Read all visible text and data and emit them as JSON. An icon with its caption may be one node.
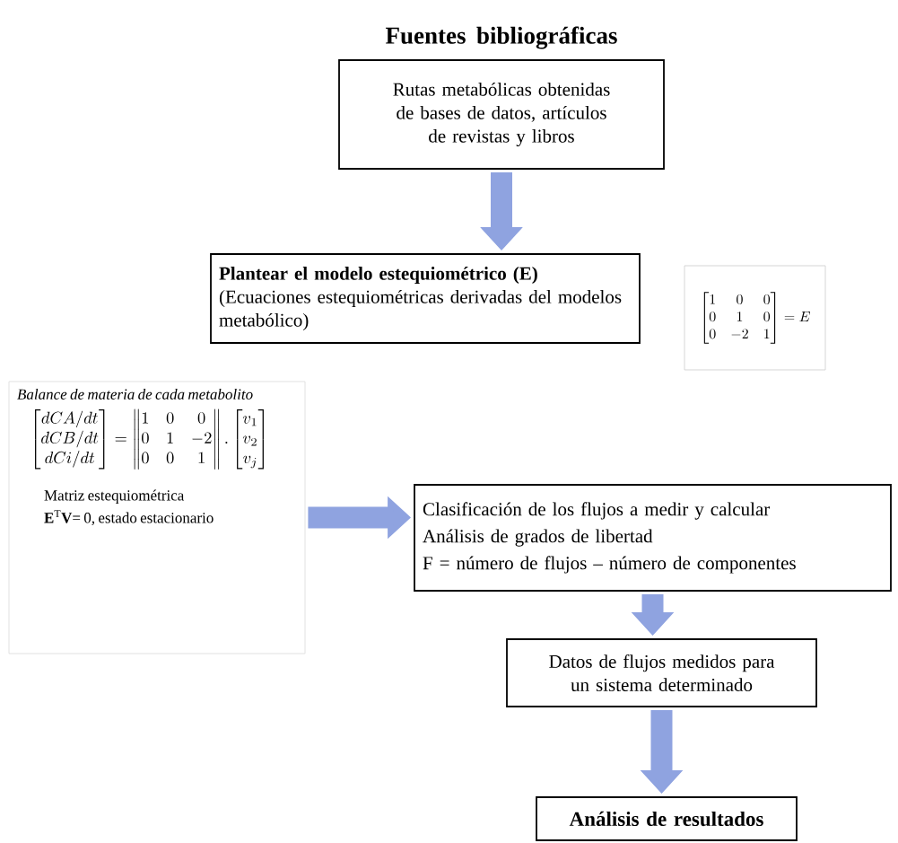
{
  "diagram": {
    "nodes": [
      {
        "text": [
          "Fuentes bibliográficas",
          "Rutas metabólicas obtenidas de bases de datos, artículos de revistas y libros"
        ]
      },
      {
        "text": [
          "Plantear el modelo estequiométrico (E)",
          "(Ecuaciones estequiométricas derivadas del modelos metabólico)"
        ]
      },
      {
        "text": [
          "\\begin{bmatrix}1&0&0\\\\0&1&0\\\\0&-2&1\\end{bmatrix}=E"
        ]
      },
      {
        "text": [
          "Balance de materia de cada metabolito",
          "\\begin{bmatrix}dCA/dt\\\\dCB/dt\\\\dCi/dt\\end{bmatrix}=\\begin{Vmatrix}1&0&0\\\\0&1&-2\\\\0&0&1\\end{Vmatrix}.\\begin{bmatrix}v_1\\\\v_2\\\\v_j\\end{bmatrix}",
          "Matriz estequiométrica",
          "**E**$^{T}$**V**= 0, estado estacionario"
        ]
      },
      {
        "text": [
          "Clasificación de los flujos a medir y calcular",
          "Análisis de grados de libertad",
          "F = número de flujos – número de componentes"
        ]
      },
      {
        "text": [
          "Datos de flujos medidos para un sistema determinado"
        ]
      },
      {
        "text": [
          "Análisis de resultados"
        ]
      }
    ],
    "edges": [
      {
        "from": 0,
        "to": 1,
        "arrow": "to"
      },
      {
        "from": 3,
        "to": 4,
        "arrow": "to"
      },
      {
        "from": 4,
        "to": 5,
        "arrow": "to"
      },
      {
        "from": 5,
        "to": 6,
        "arrow": "to"
      }
    ]
  }
}
